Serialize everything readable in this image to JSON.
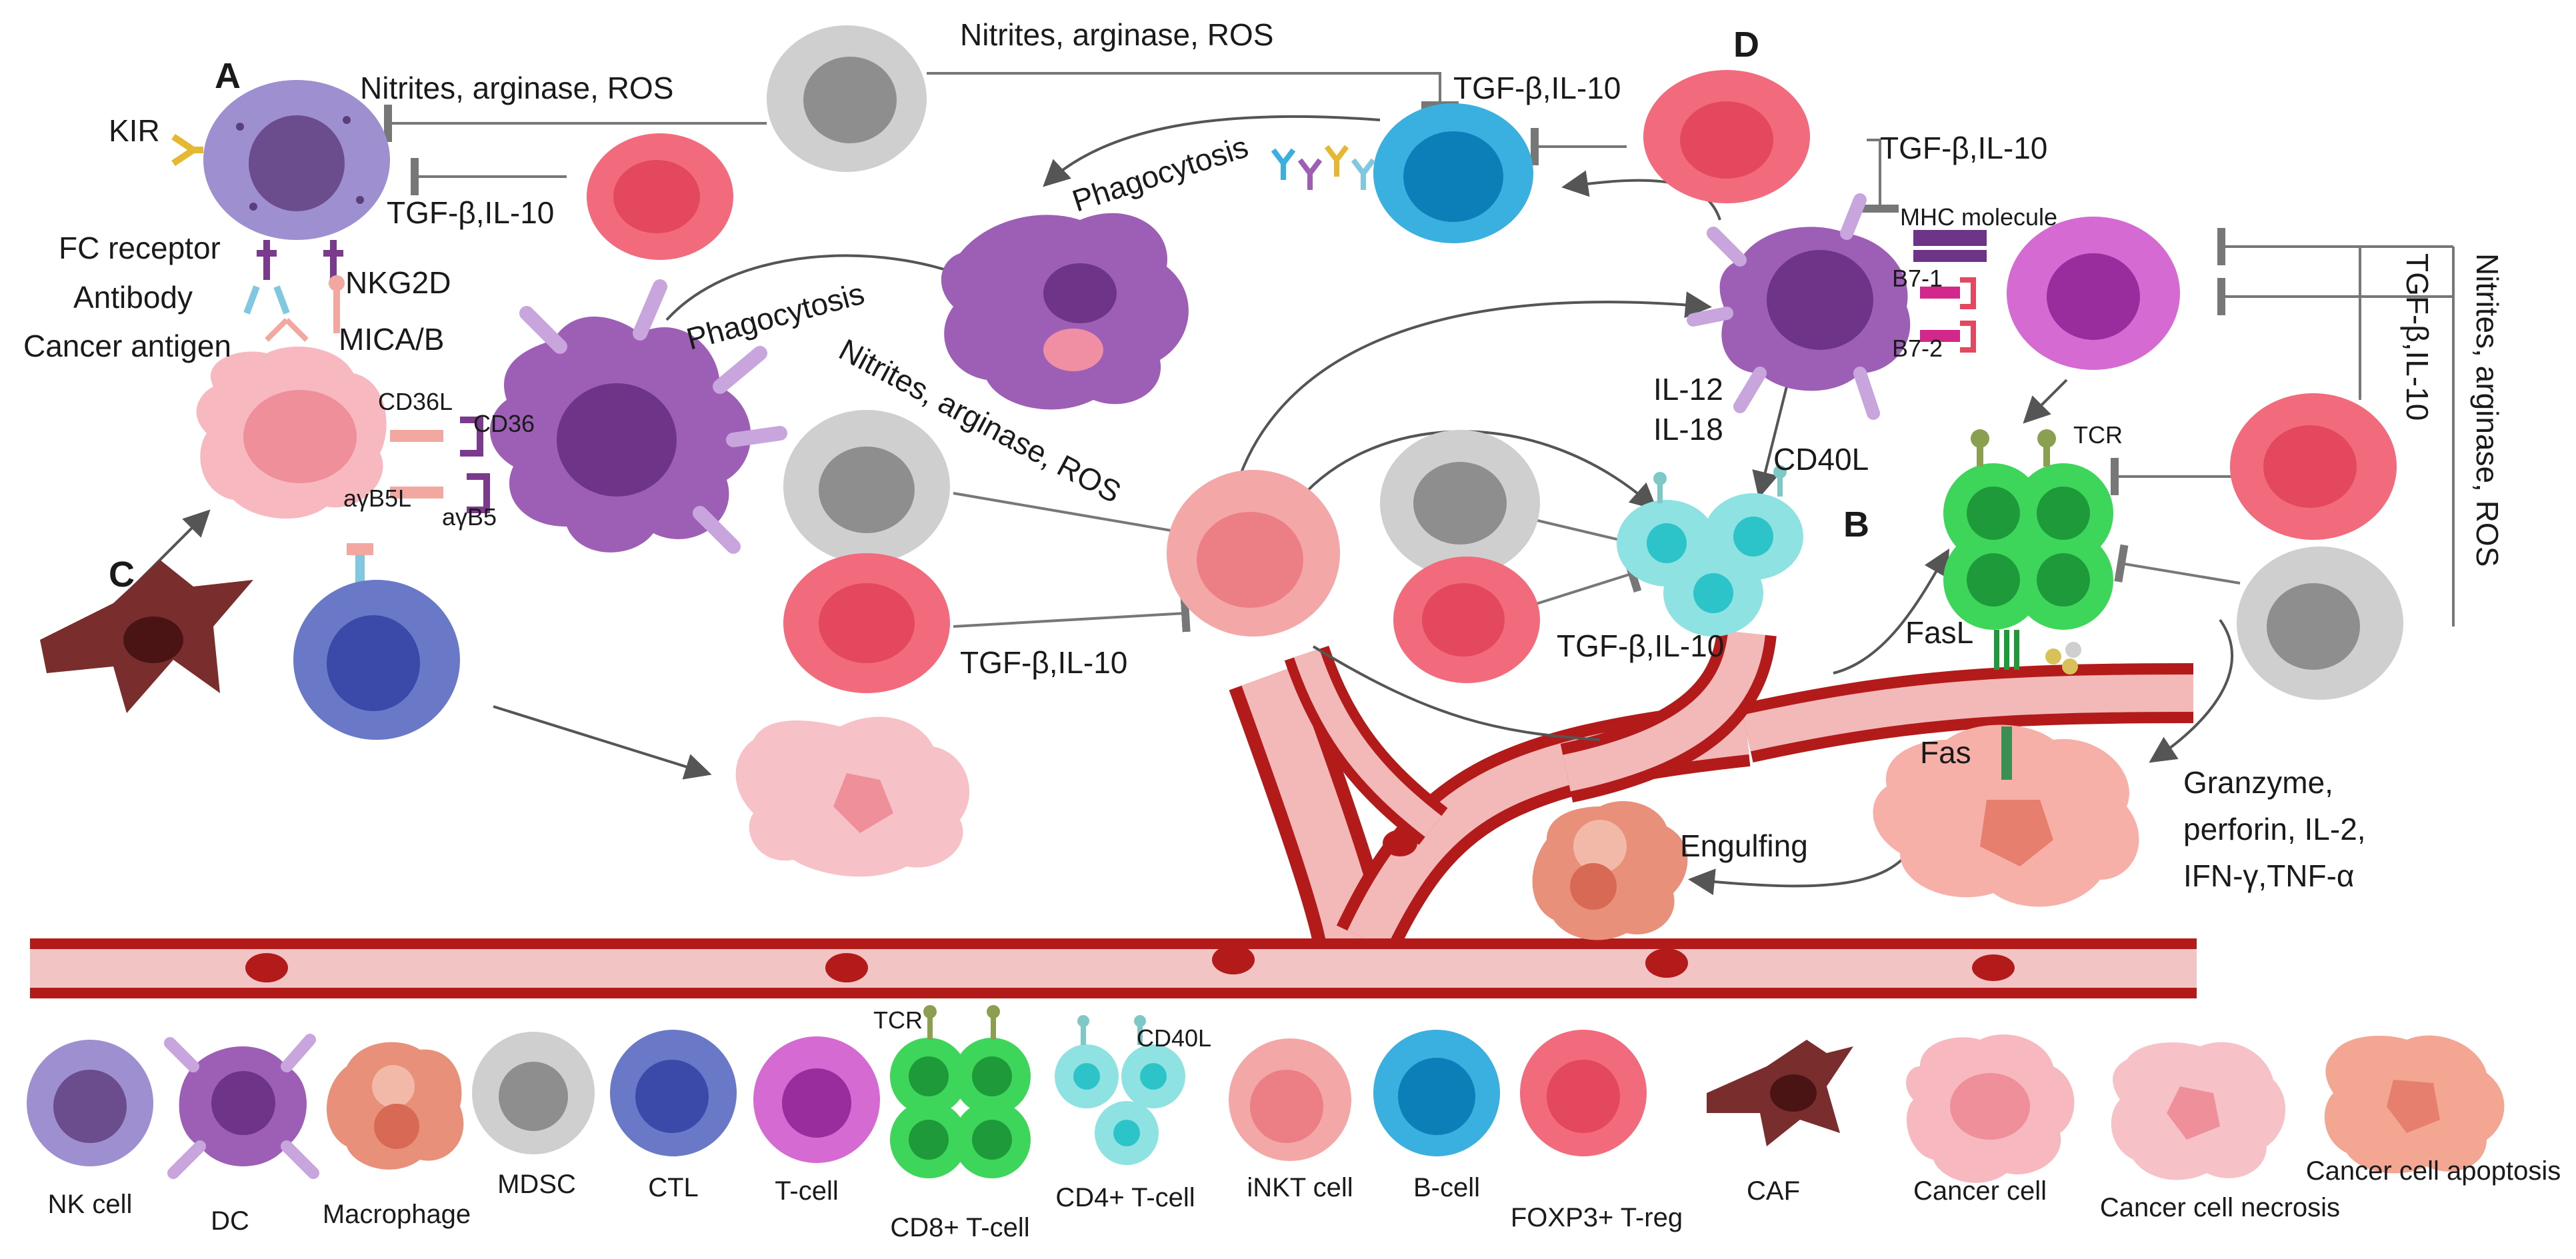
{
  "section_letters": {
    "a": "A",
    "b": "B",
    "c": "C",
    "d": "D"
  },
  "labels": {
    "nitrites_top": "Nitrites, arginase, ROS",
    "nitrites_a": "Nitrites, arginase, ROS",
    "tgf_a": "TGF-β,IL-10",
    "tgf_top": "TGF-β,IL-10",
    "tgf_d": "TGF-β,IL-10",
    "phagocytosis_top": "Phagocytosis",
    "phagocytosis_mid": "Phagocytosis",
    "kir": "KIR",
    "fc_receptor": "FC receptor",
    "antibody": "Antibody",
    "cancer_antigen": "Cancer antigen",
    "nkg2d": "NKG2D",
    "mica_b": "MICA/B",
    "cd36l": "CD36L",
    "cd36": "CD36",
    "avb5l": "aγB5L",
    "avb5": "aγB5",
    "nitrites_mid": "Nitrites, arginase, ROS",
    "tgf_mid": "TGF-β,IL-10",
    "il12": "IL-12",
    "il18": "IL-18",
    "cd40l": "CD40L",
    "tgf_b": "TGF-β,IL-10",
    "mhc": "MHC molecule",
    "b7_1": "B7-1",
    "b7_2": "B7-2",
    "tcr": "TCR",
    "fasl": "FasL",
    "fas": "Fas",
    "engulfing": "Engulfing",
    "granzyme_1": "Granzyme,",
    "granzyme_2": "perforin, IL-2,",
    "granzyme_3": "IFN-γ,TNF-α",
    "right_tgf": "TGF-β,IL-10",
    "right_nitrites": "Nitrites, arginase, ROS"
  },
  "legend": [
    {
      "key": "nk",
      "label": "NK cell"
    },
    {
      "key": "dc",
      "label": "DC"
    },
    {
      "key": "macrophage",
      "label": "Macrophage"
    },
    {
      "key": "mdsc",
      "label": "MDSC"
    },
    {
      "key": "ctl",
      "label": "CTL"
    },
    {
      "key": "tcell",
      "label": "T-cell"
    },
    {
      "key": "cd8",
      "label": "CD8+ T-cell",
      "tcr": "TCR"
    },
    {
      "key": "cd4",
      "label": "CD4+ T-cell",
      "cd40l": "CD40L"
    },
    {
      "key": "inkt",
      "label": "iNKT cell"
    },
    {
      "key": "bcell",
      "label": "B-cell"
    },
    {
      "key": "treg",
      "label": "FOXP3+ T-reg"
    },
    {
      "key": "caf",
      "label": "CAF"
    },
    {
      "key": "cancer",
      "label": "Cancer cell"
    },
    {
      "key": "necrosis",
      "label": "Cancer cell necrosis"
    },
    {
      "key": "apoptosis",
      "label": "Cancer cell apoptosis"
    }
  ],
  "colors": {
    "nk": "#9d8fd0",
    "nk_nucleus": "#6b4c8c",
    "dc": "#9c5fb5",
    "macrophage": "#e8907a",
    "mdsc": "#cfcfcf",
    "mdsc_nucleus": "#8e8e8e",
    "ctl": "#6a78c8",
    "ctl_nucleus": "#3b4aa8",
    "tcell": "#d46ad2",
    "tcell_nucleus": "#9a2d9e",
    "cd8": "#3ed65a",
    "cd8_nucleus": "#1f9a3a",
    "cd4": "#8fe2e2",
    "cd4_nucleus": "#2cc4c8",
    "inkt": "#f4a7a7",
    "bcell": "#3ab0e0",
    "bcell_nucleus": "#0c7fb8",
    "treg": "#f26b7d",
    "treg_nucleus": "#e3485e",
    "caf": "#7a2d2d",
    "cancer": "#f7b8c0",
    "vessel": "#b31a1a"
  }
}
